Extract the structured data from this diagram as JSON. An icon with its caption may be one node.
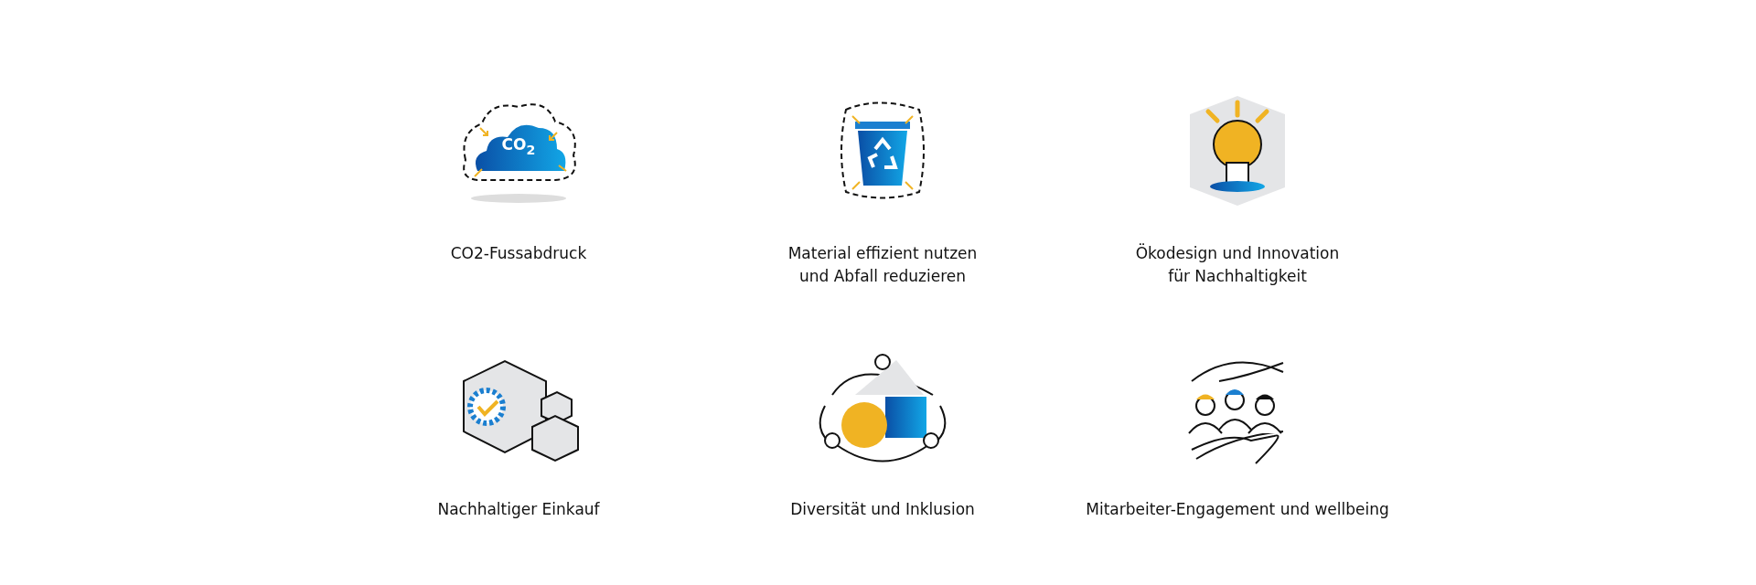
{
  "diagram": {
    "labels": [
      "CO$_{2}$",
      "CO2-Fussabdruck",
      "Material effizient nutzen und Abfall reduzieren",
      "Ökodesign und Innovation für Nachhaltigkeit",
      "Nachhaltiger Einkauf",
      "Diversität und Inklusion",
      "Mitarbeiter-Engagement und wellbeing"
    ]
  }
}
